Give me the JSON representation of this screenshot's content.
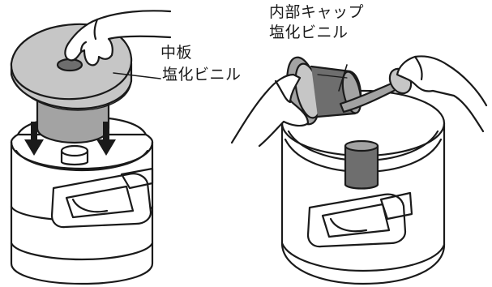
{
  "labels": {
    "middle_plate_name": "中板",
    "middle_plate_material": "塩化ビニル",
    "inner_cap_name": "内部キャップ",
    "inner_cap_material": "塩化ビニル"
  },
  "icons": {
    "left_panel": "hand-placing-middle-plate-into-container",
    "right_panel": "hands-removing-inner-cap-from-container",
    "arrows": "down-arrow"
  },
  "colors": {
    "line": "#1a1a1a",
    "gray_light": "#c6c6c6",
    "gray_mid": "#a3a3a3",
    "gray_dark": "#6e6e6e",
    "background": "#ffffff"
  }
}
